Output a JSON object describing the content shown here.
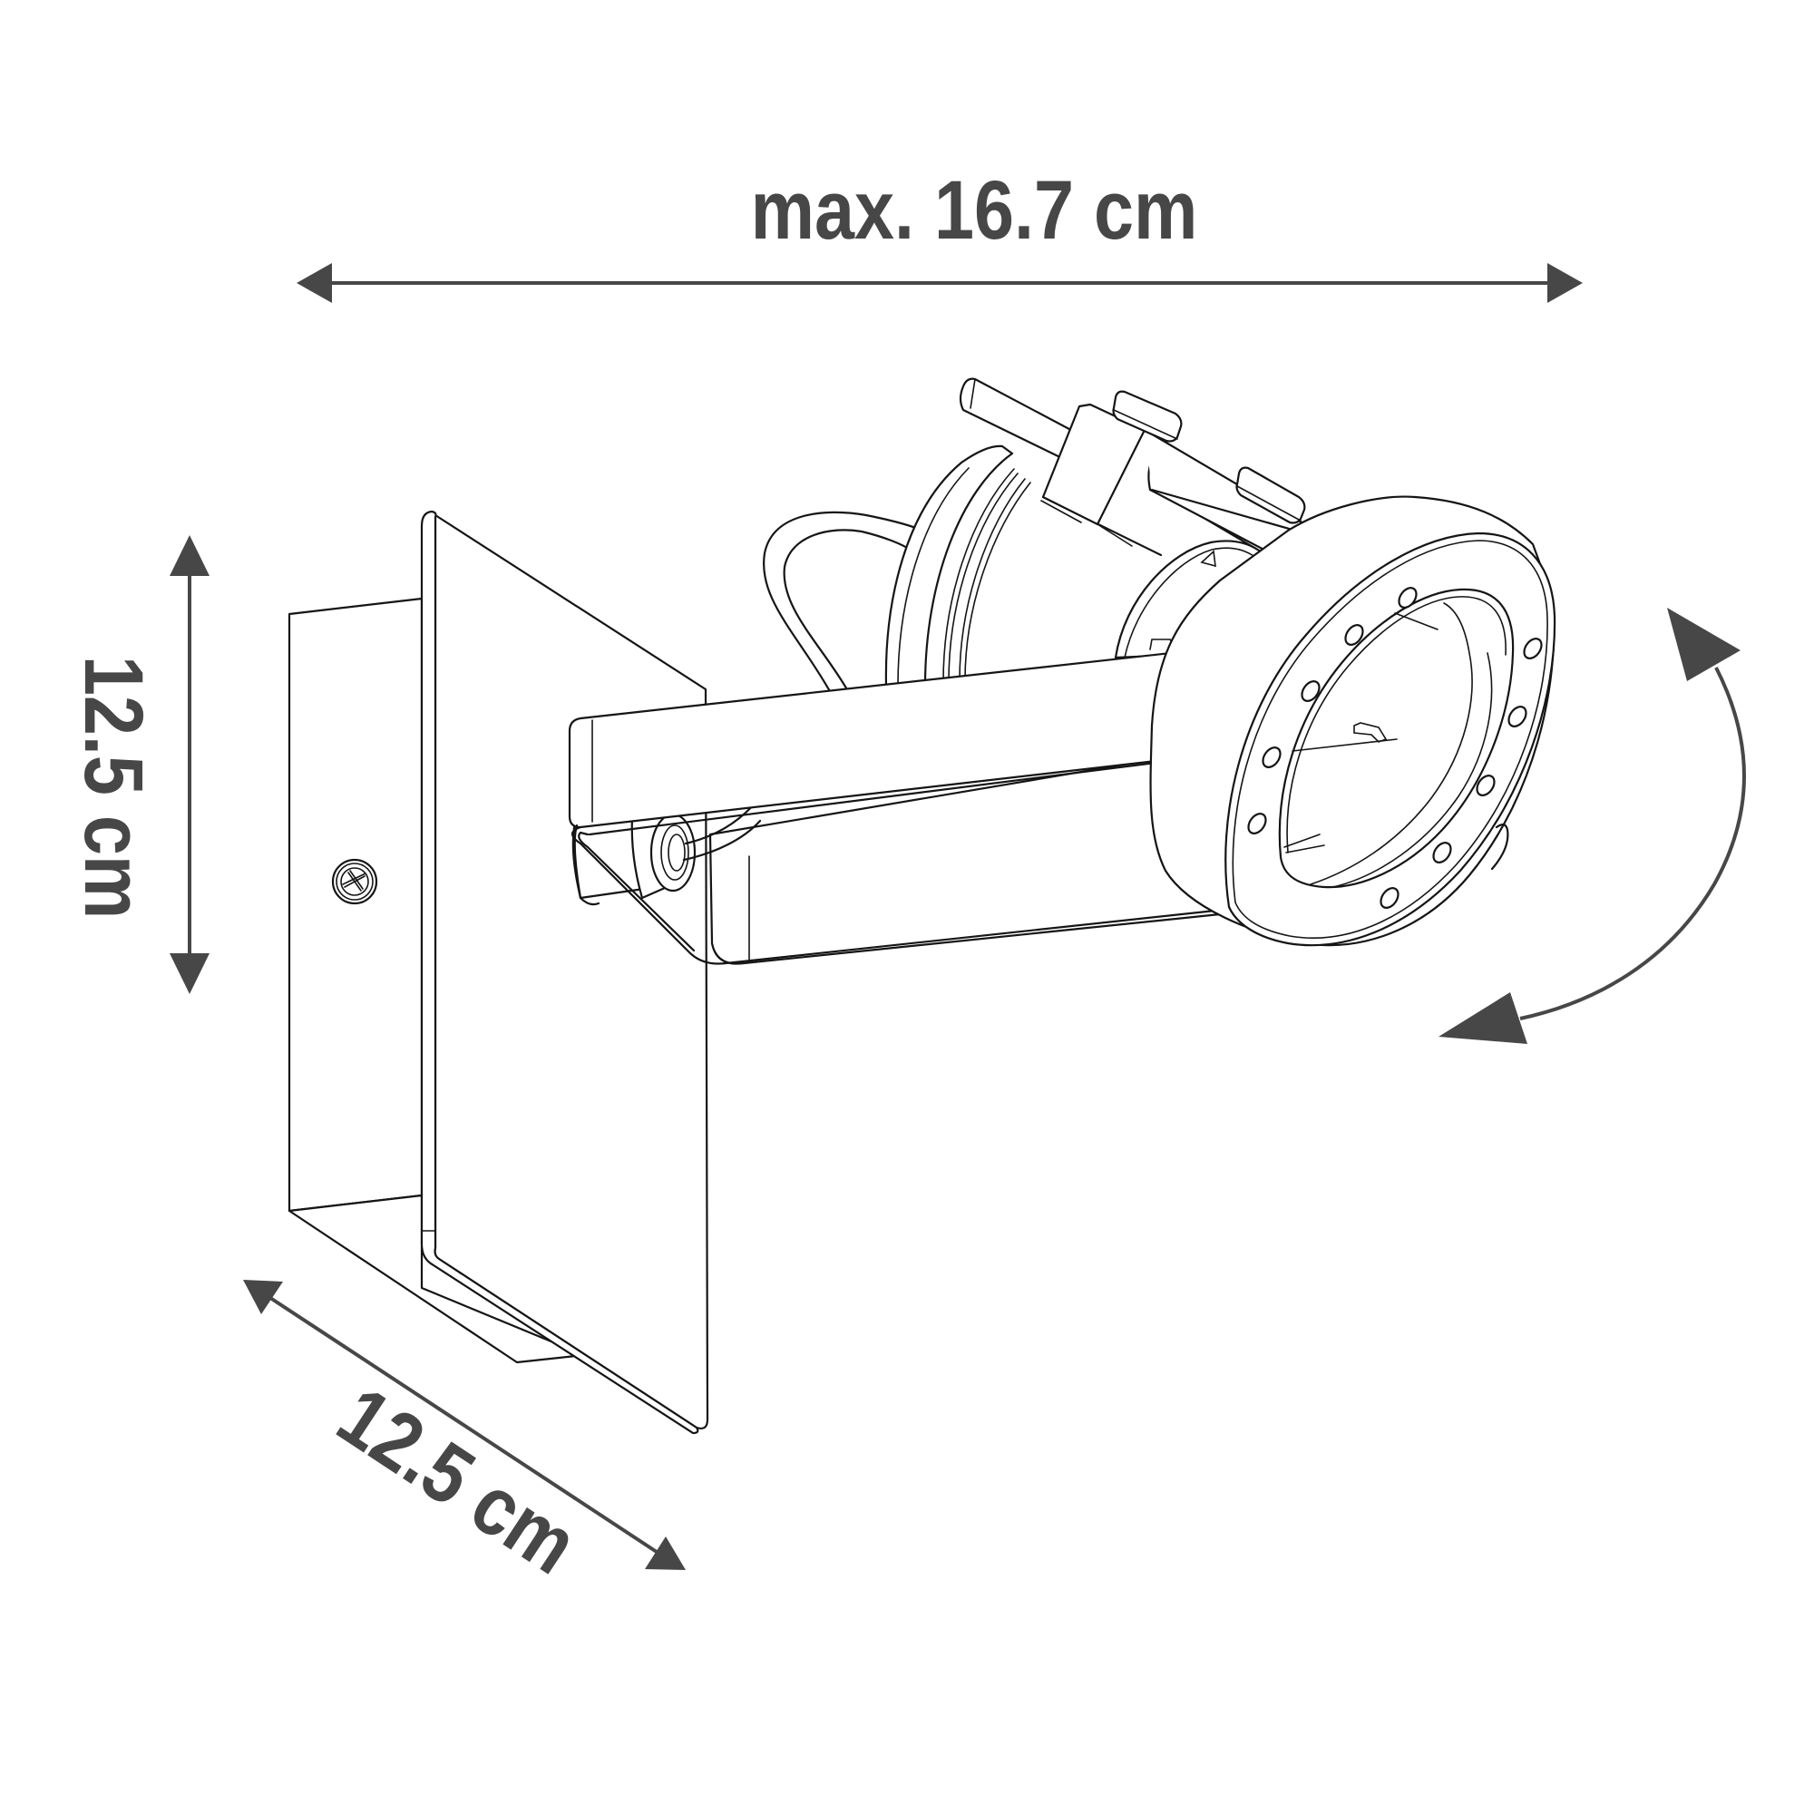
{
  "diagram": {
    "subject": "wall spotlight product dimension drawing",
    "colors": {
      "dimension": "#474747",
      "outline": "#151515",
      "background": "#ffffff"
    },
    "dimensions": {
      "width": {
        "label": "max. 16.7 cm",
        "orientation": "horizontal"
      },
      "height": {
        "label": "12.5 cm",
        "orientation": "vertical"
      },
      "depth": {
        "label": "12.5 cm",
        "orientation": "diagonal"
      }
    },
    "rotation_indicator": {
      "icon": "curved-double-arrow-icon",
      "meaning": "adjustable tilt"
    }
  }
}
